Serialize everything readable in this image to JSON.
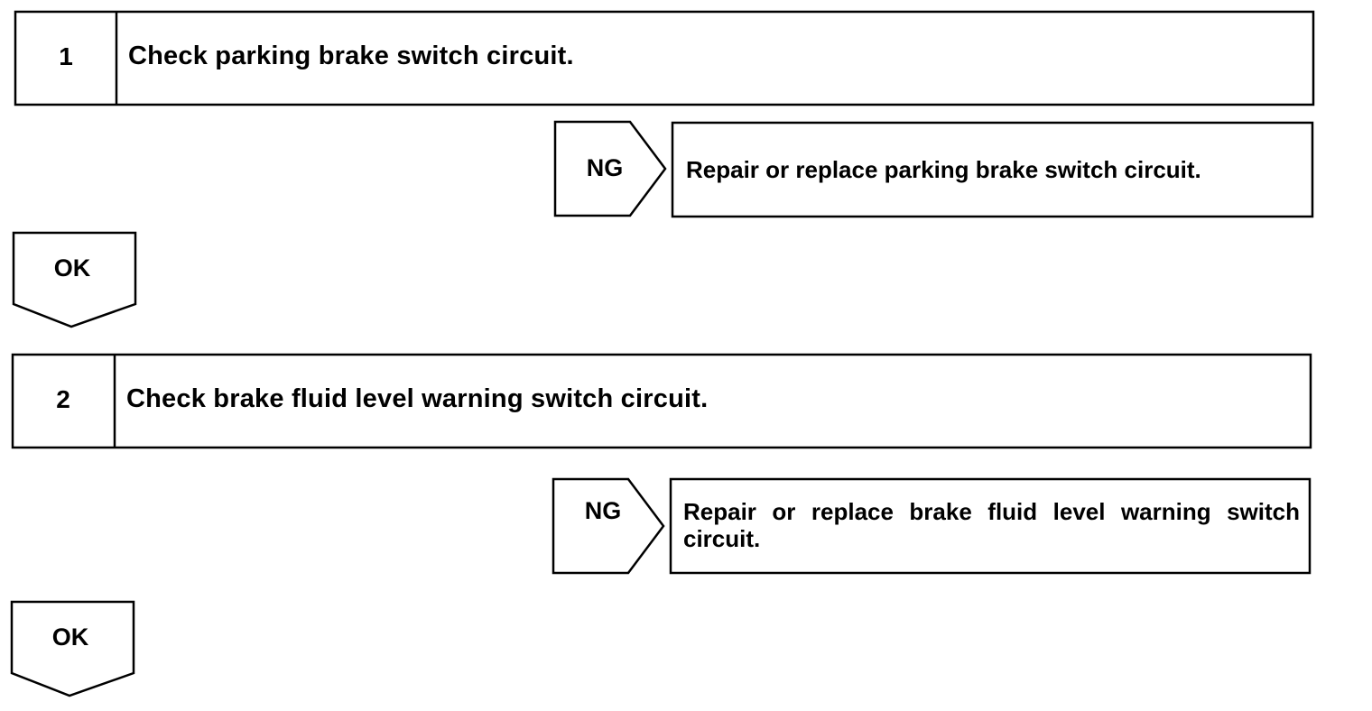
{
  "steps": [
    {
      "number": "1",
      "text": "Check parking brake switch circuit.",
      "ng_label": "NG",
      "ng_action": "Repair or replace parking brake switch circuit.",
      "ok_label": "OK"
    },
    {
      "number": "2",
      "text": "Check brake fluid level warning switch circuit.",
      "ng_label": "NG",
      "ng_action": "Repair or replace brake fluid level warning switch circuit.",
      "ok_label": "OK"
    }
  ]
}
